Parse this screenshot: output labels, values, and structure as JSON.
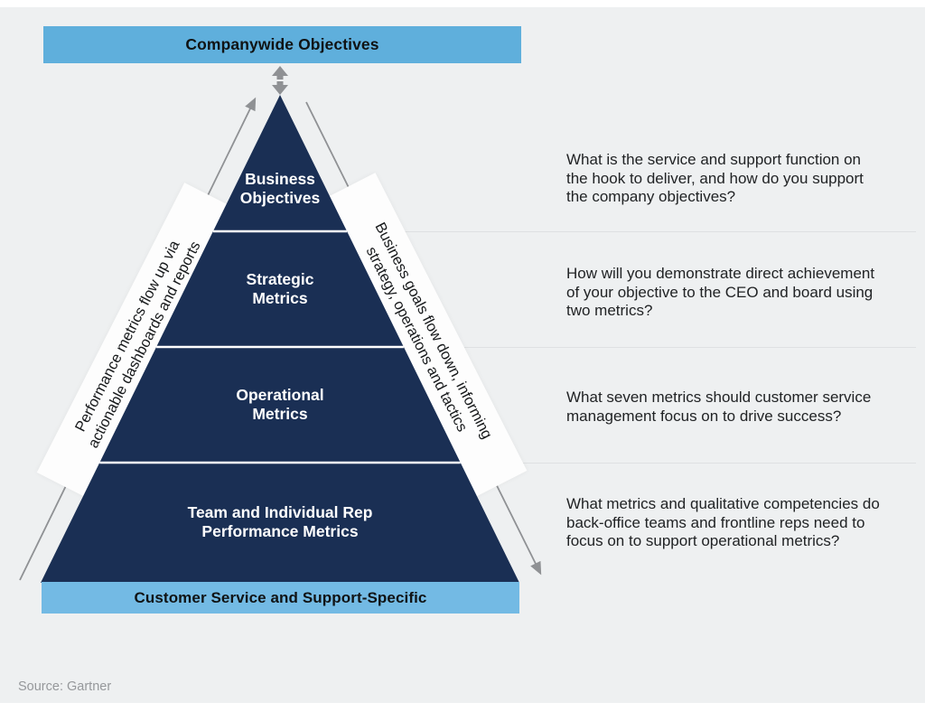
{
  "colors": {
    "background": "#eef0f1",
    "page": "#ffffff",
    "pyramid_navy": "#1a2f54",
    "banner_top_blue": "#5fafdc",
    "banner_bottom_blue": "#73bae4",
    "arrow_gray": "#8f9194",
    "divider_gray": "#dee0e2",
    "ribbon_white": "#fdfdfd"
  },
  "top_banner": {
    "label": "Companywide Objectives"
  },
  "bottom_banner": {
    "label": "Customer Service and Support-Specific"
  },
  "pyramid": {
    "tiers": [
      {
        "label": "Business\nObjectives"
      },
      {
        "label": "Strategic\nMetrics"
      },
      {
        "label": "Operational\nMetrics"
      },
      {
        "label": "Team and Individual Rep\nPerformance Metrics"
      }
    ]
  },
  "ribbons": {
    "left": "Performance metrics flow up via\nactionable dashboards and reports",
    "right": "Business goals flow down, informing\nstrategy, operations and tactics"
  },
  "questions": [
    {
      "text": "What is the service and support function on\nthe hook to deliver, and how do you support\nthe company objectives?"
    },
    {
      "text": "How will you demonstrate direct achievement\nof your objective to the CEO and board using\ntwo metrics?"
    },
    {
      "text": "What seven metrics should customer service\nmanagement focus on to drive success?"
    },
    {
      "text": "What metrics and qualitative competencies do\nback-office teams and frontline reps need to\nfocus on to support operational metrics?"
    }
  ],
  "source": "Source: Gartner"
}
